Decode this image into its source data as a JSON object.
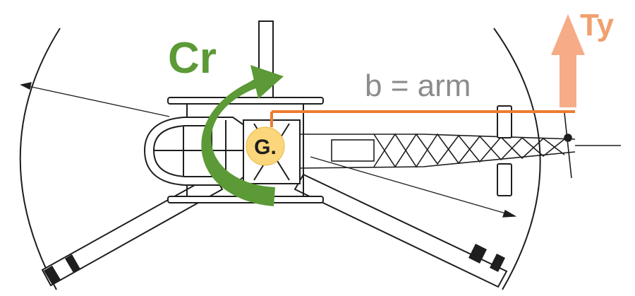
{
  "labels": {
    "rotor_torque": "Cr",
    "tail_thrust": "Ty",
    "lever_arm": "b = arm",
    "center_of_gravity": "G."
  },
  "colors": {
    "rotor_torque": "#5b9a36",
    "tail_thrust": "#f4a37a",
    "tail_thrust_text": "#f0a070",
    "lever_arm_line": "#ed7d31",
    "lever_arm_text": "#8c8c8c",
    "center_of_gravity": "#fbd67a",
    "drawing": "#1e1e1e"
  }
}
